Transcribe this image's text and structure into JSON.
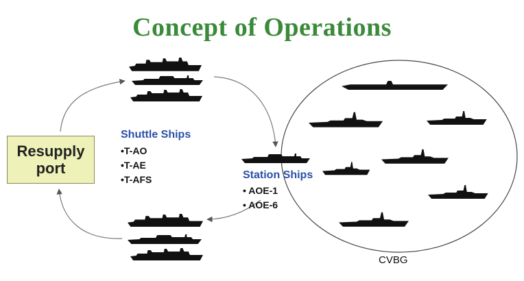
{
  "title": "Concept of Operations",
  "port": {
    "label": "Resupply\nport"
  },
  "shuttle": {
    "title": "Shuttle Ships",
    "items": [
      "•T-AO",
      "•T-AE",
      "•T-AFS"
    ]
  },
  "station": {
    "title": "Station Ships",
    "items": [
      "• AOE-1",
      "• AOE-6"
    ]
  },
  "group_label": "CVBG",
  "colors": {
    "title": "#3a8a3a",
    "heading": "#2b4fa6",
    "port_fill": "#eef2b8",
    "ship": "#111111"
  }
}
